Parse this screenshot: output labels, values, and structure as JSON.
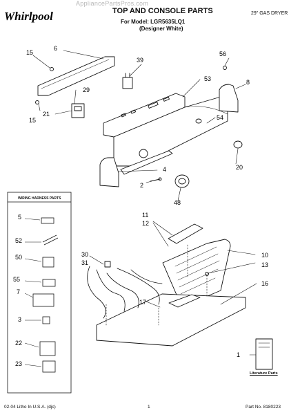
{
  "header": {
    "brand": "Whirlpool",
    "watermark": "AppliancePartsPros.com",
    "title": "TOP AND CONSOLE PARTS",
    "model_line": "For Model: LGR5635LQ1",
    "variant": "(Designer White)",
    "product": "29\" GAS DRYER"
  },
  "harness_box": {
    "title": "WIRING HARNESS PARTS",
    "callouts": [
      "5",
      "52",
      "50",
      "55",
      "7",
      "3",
      "22",
      "23"
    ]
  },
  "callouts": {
    "c15a": "15",
    "c6": "6",
    "c39": "39",
    "c56": "56",
    "c53": "53",
    "c8": "8",
    "c29": "29",
    "c21": "21",
    "c15b": "15",
    "c54": "54",
    "c20": "20",
    "c4": "4",
    "c2": "2",
    "c48": "48",
    "c11": "11",
    "c12": "12",
    "c10": "10",
    "c13": "13",
    "c30": "30",
    "c31": "31",
    "c16": "16",
    "c17": "17",
    "c1": "1"
  },
  "literature_label": "Literature Parts",
  "footer": {
    "left": "02-04 Litho In U.S.A. (djc)",
    "center": "1",
    "right": "Part No. 8180223"
  }
}
